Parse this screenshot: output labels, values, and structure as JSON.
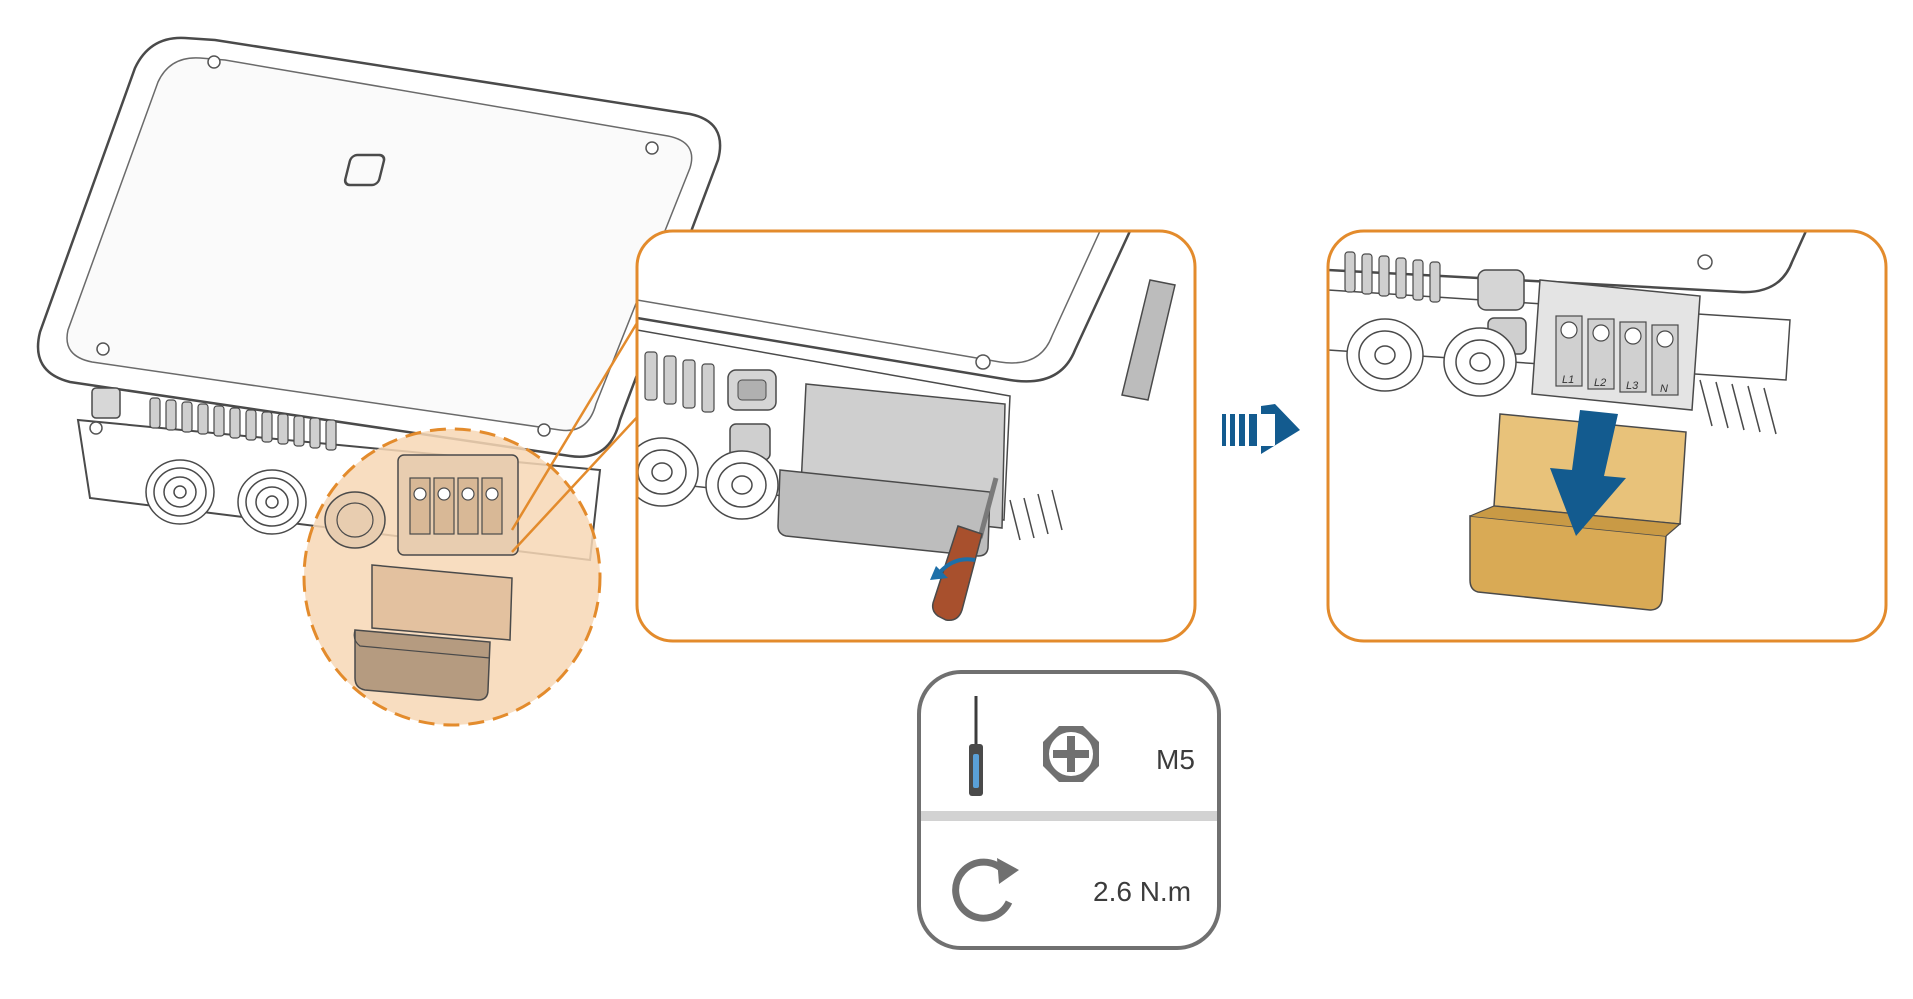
{
  "spec_card": {
    "screw_size": "M5",
    "torque": "2.6 N.m"
  },
  "icons": {
    "tool": "screwdriver-icon",
    "screw": "phillips-screw-head-icon",
    "rotation": "tighten-rotation-icon",
    "next_step": "next-step-arrow-icon"
  },
  "terminal_labels": [
    "L1",
    "L2",
    "L3",
    "N"
  ],
  "colors": {
    "highlight_orange": "#e38b2c",
    "highlight_fill": "#f7d7b5",
    "cover_gold": "#d9aa55",
    "arrow_blue": "#135b8f",
    "screwdriver_handle": "#a8502d",
    "outline": "#4a4a4a"
  }
}
